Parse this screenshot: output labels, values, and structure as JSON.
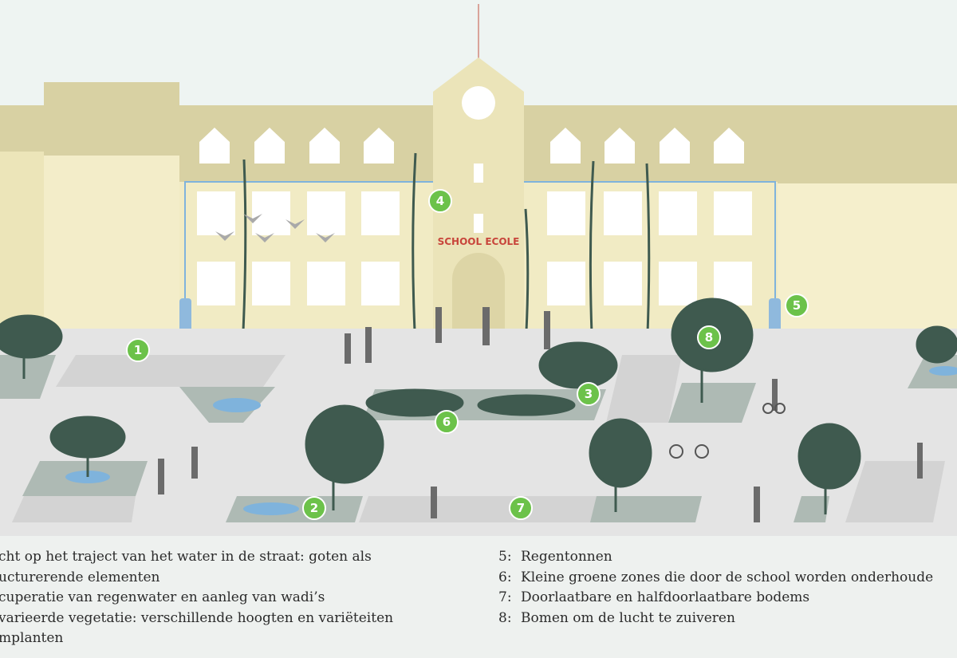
{
  "illustration": {
    "school_sign": "SCHOOL ECOLE",
    "badges": [
      "1",
      "2",
      "3",
      "4",
      "5",
      "6",
      "7",
      "8"
    ],
    "colors": {
      "sky": "#eef4f2",
      "building_dark": "#d8d1a3",
      "building_light": "#f2ecc6",
      "pavement": "#e4e4e4",
      "tree": "#3f5a4f",
      "water": "#7fb3dc",
      "badge": "#6cc24a"
    }
  },
  "legend": {
    "left": [
      "cht op het traject van het water in de straat: goten als",
      "ucturerende elementen",
      "cuperatie van regenwater en aanleg van wadi’s",
      "varieerde vegetatie: verschillende hoogten en variëteiten",
      "mplanten"
    ],
    "right": [
      {
        "num": "5:",
        "text": "Regentonnen"
      },
      {
        "num": "6:",
        "text": "Kleine groene zones die door de school worden onderhoude"
      },
      {
        "num": "7:",
        "text": "Doorlaatbare en halfdoorlaatbare bodems"
      },
      {
        "num": "8:",
        "text": "Bomen om de lucht te zuiveren"
      }
    ]
  }
}
